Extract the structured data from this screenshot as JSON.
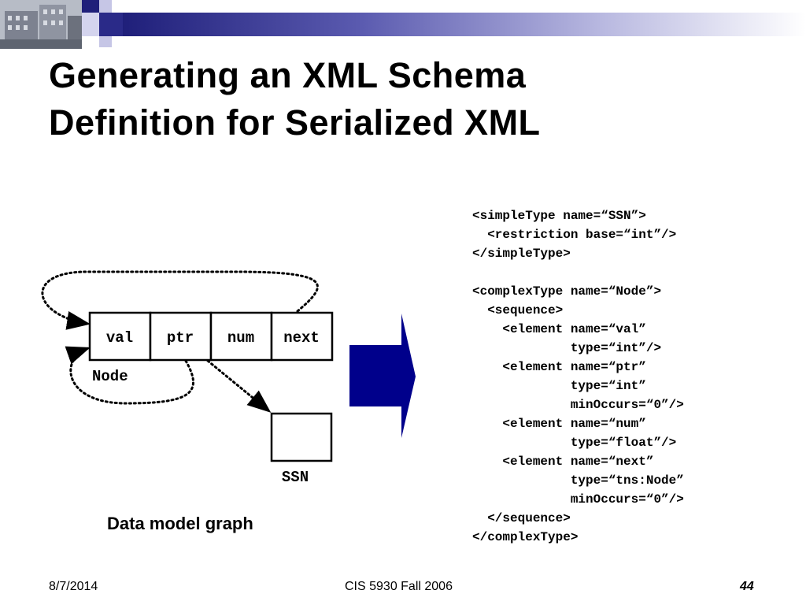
{
  "slide": {
    "title_lines": [
      "Generating an XML Schema",
      "Definition for Serialized XML"
    ],
    "caption": "Data model graph",
    "colors": {
      "accent": "#00008b",
      "header_dark": "#1f1f7a",
      "header_light": "#b8b8e0"
    }
  },
  "diagram": {
    "node_fields": [
      "val",
      "ptr",
      "num",
      "next"
    ],
    "node_label": "Node",
    "ssn_label": "SSN",
    "arrow_icon": "right-arrow-icon"
  },
  "code": {
    "lines": [
      "<simpleType name=“SSN”>",
      "  <restriction base=“int”/>",
      "</simpleType>",
      "",
      "<complexType name=“Node”>",
      "  <sequence>",
      "    <element name=“val”",
      "             type=“int”/>",
      "    <element name=“ptr”",
      "             type=“int”",
      "             minOccurs=“0”/>",
      "    <element name=“num”",
      "             type=“float”/>",
      "    <element name=“next”",
      "             type=“tns:Node”",
      "             minOccurs=“0”/>",
      "  </sequence>",
      "</complexType>"
    ]
  },
  "footer": {
    "date": "8/7/2014",
    "course": "CIS 5930 Fall 2006",
    "page": "44"
  }
}
